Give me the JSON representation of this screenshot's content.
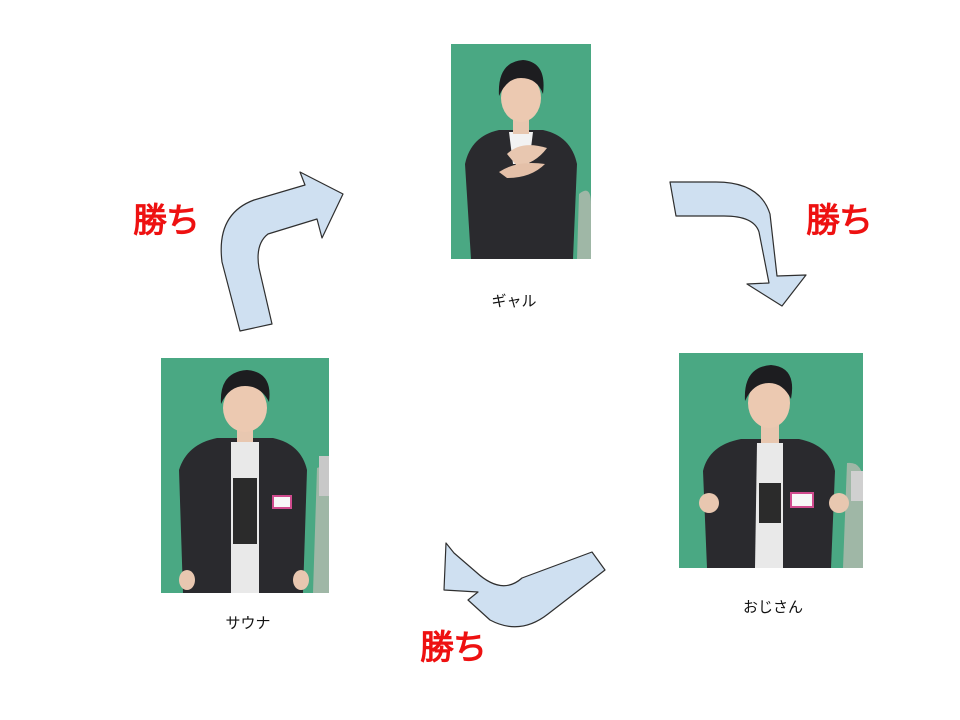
{
  "nodes": {
    "gal": {
      "caption": "ギャル"
    },
    "ojisan": {
      "caption": "おじさん"
    },
    "sauna": {
      "caption": "サウナ"
    }
  },
  "edges": [
    {
      "from": "gal",
      "to": "ojisan",
      "label": "勝ち"
    },
    {
      "from": "ojisan",
      "to": "sauna",
      "label": "勝ち"
    },
    {
      "from": "sauna",
      "to": "gal",
      "label": "勝ち"
    }
  ],
  "colors": {
    "label_red": "#ee1111",
    "arrow_fill": "#cfe0f1",
    "arrow_stroke": "#2f2f2f",
    "photo_background": "#4aa883"
  }
}
